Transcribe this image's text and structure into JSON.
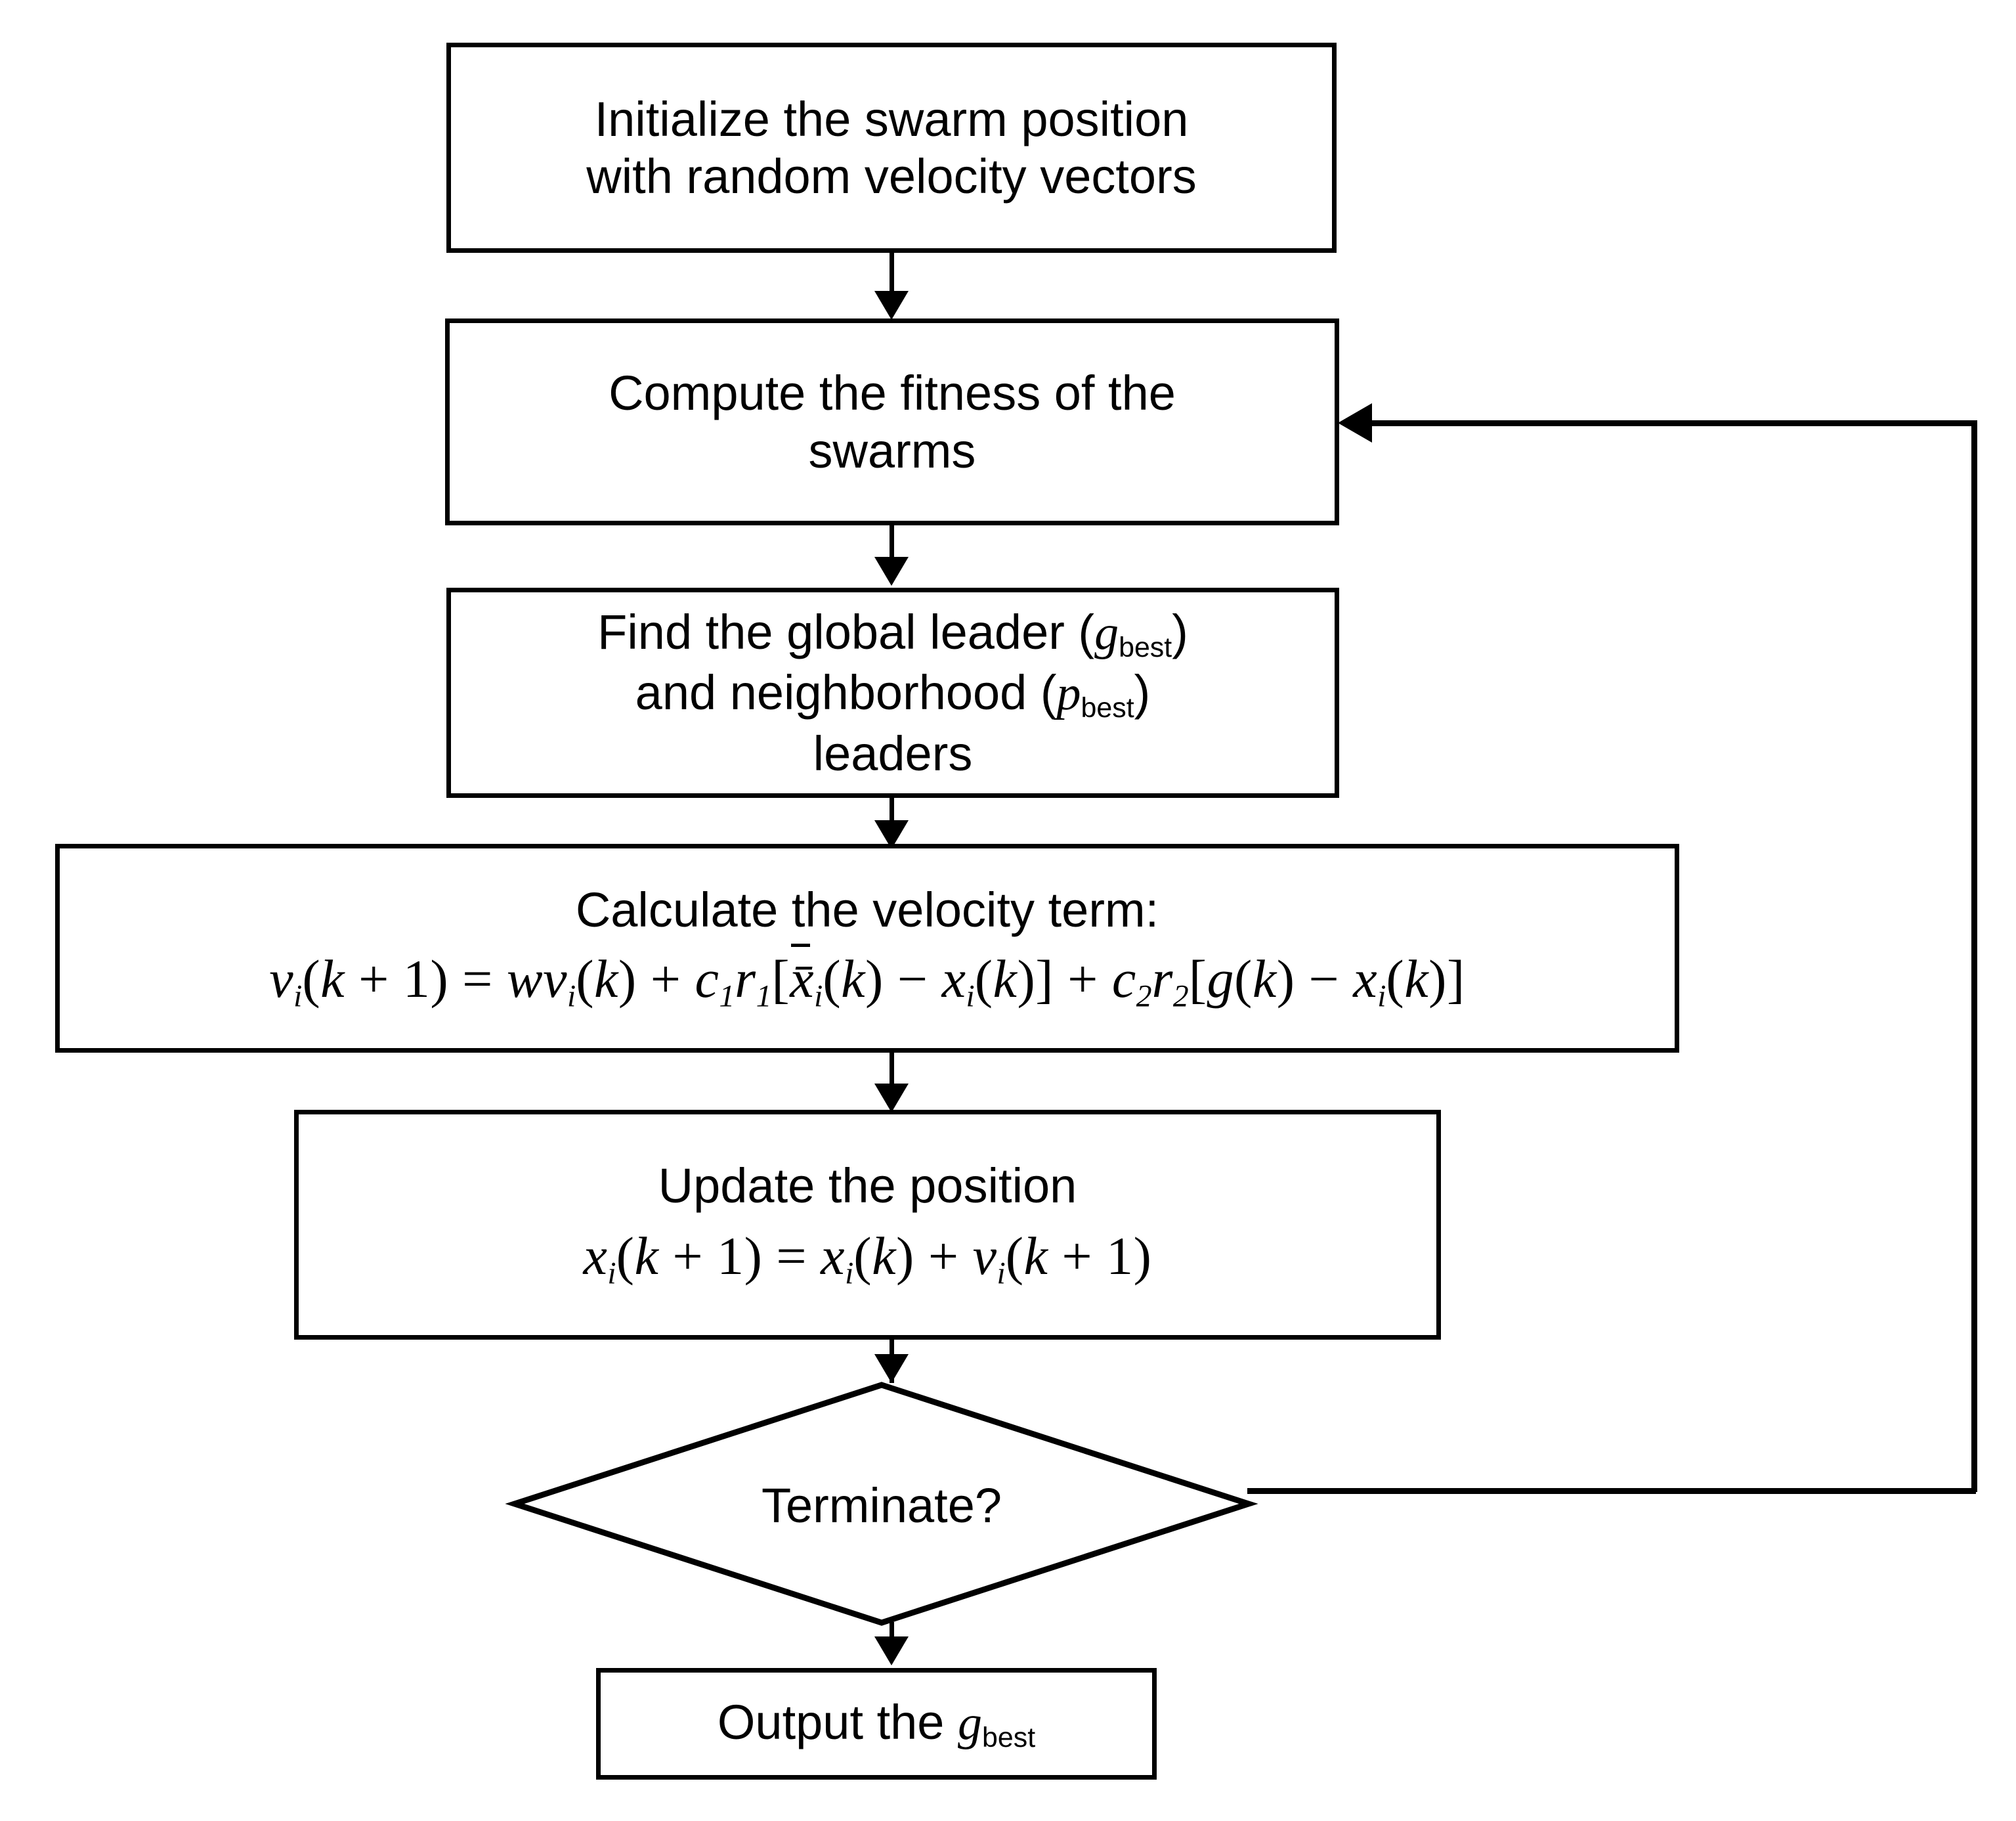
{
  "diagram": {
    "title": "Particle Swarm Optimization flowchart",
    "type": "flowchart",
    "stroke_color": "#000000",
    "background_color": "#ffffff",
    "nodes": [
      {
        "id": "initialize",
        "shape": "rectangle",
        "line1": "Initialize the swarm position",
        "line2": "with random velocity vectors"
      },
      {
        "id": "compute-fitness",
        "shape": "rectangle",
        "line1": "Compute the fitness of the",
        "line2": "swarms"
      },
      {
        "id": "find-leaders",
        "shape": "rectangle",
        "line1_a": "Find the global leader (",
        "line1_var": "g",
        "line1_sub": "best",
        "line1_b": ")",
        "line2_a": "and neighborhood (",
        "line2_var": "p",
        "line2_sub": "best",
        "line2_b": ")",
        "line3": "leaders"
      },
      {
        "id": "velocity",
        "shape": "rectangle",
        "caption": "Calculate the velocity term:",
        "formula_plain": "v_i(k + 1) = w v_i(k) + c_1 r_1 [ x̄_i(k) − x_i(k) ] + c_2 r_2 [ g(k) − x_i(k) ]"
      },
      {
        "id": "update-position",
        "shape": "rectangle",
        "caption": "Update the position",
        "formula_plain": "x_i(k + 1) = x_i(k) + v_i(k + 1)"
      },
      {
        "id": "terminate",
        "shape": "diamond",
        "label": "Terminate?"
      },
      {
        "id": "output",
        "shape": "rectangle",
        "line1_a": "Output the ",
        "line1_var": "g",
        "line1_sub": "best"
      }
    ],
    "edges": [
      {
        "from": "initialize",
        "to": "compute-fitness",
        "kind": "arrow-down"
      },
      {
        "from": "compute-fitness",
        "to": "find-leaders",
        "kind": "arrow-down"
      },
      {
        "from": "find-leaders",
        "to": "velocity",
        "kind": "arrow-down"
      },
      {
        "from": "velocity",
        "to": "update-position",
        "kind": "arrow-down"
      },
      {
        "from": "update-position",
        "to": "terminate",
        "kind": "arrow-down"
      },
      {
        "from": "terminate",
        "to": "output",
        "kind": "arrow-down"
      },
      {
        "from": "terminate",
        "to": "compute-fitness",
        "kind": "feedback-loop-right"
      }
    ]
  }
}
